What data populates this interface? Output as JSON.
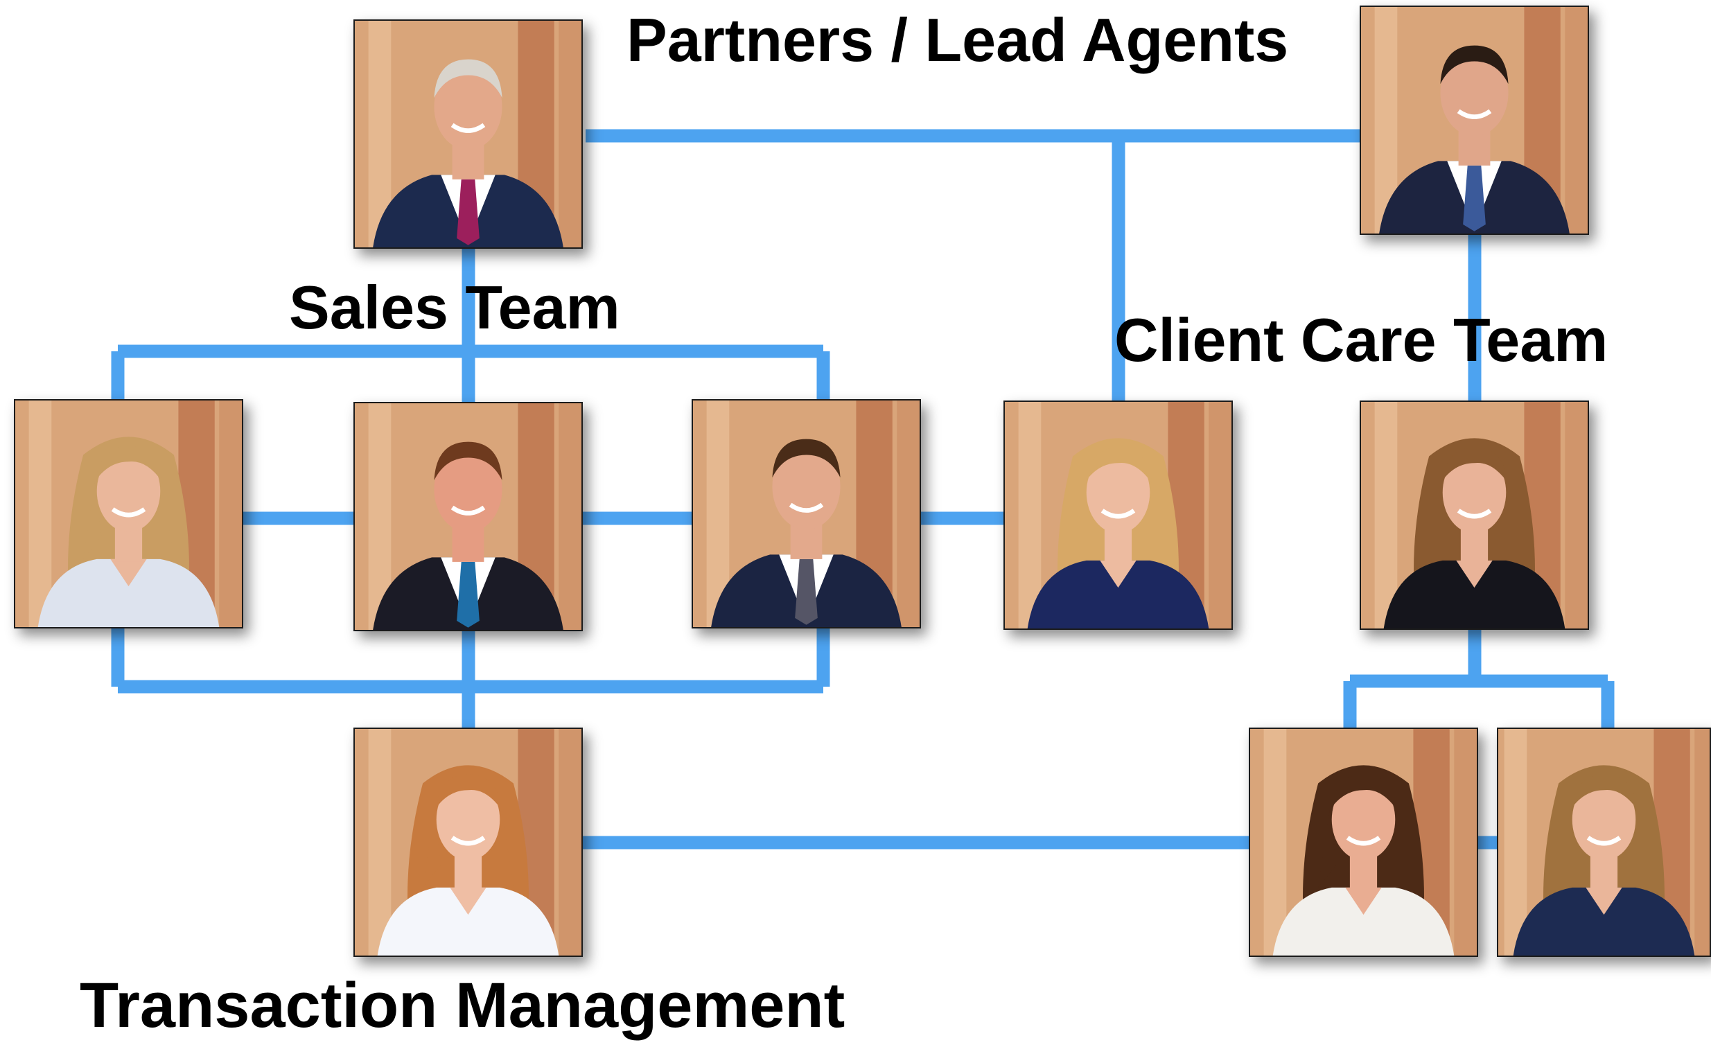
{
  "colors": {
    "connector": "#4da3f0",
    "background": "#ffffff",
    "label": "#000000",
    "backdrop_stone": "#d9a57a",
    "backdrop_column": "#b9704a"
  },
  "labels": {
    "partners": "Partners / Lead Agents",
    "sales": "Sales Team",
    "client_care": "Client Care Team",
    "transaction": "Transaction Management"
  },
  "people": {
    "partner_1": {
      "hair": "#d9d4cc",
      "skin": "#e3a88a",
      "attire": "#1c2a4e",
      "shirt": "#ffffff",
      "tie": "#9c1f5c"
    },
    "partner_2": {
      "hair": "#2a1c14",
      "skin": "#e0a68a",
      "attire": "#1d2440",
      "shirt": "#ffffff",
      "tie": "#3b5a9a"
    },
    "sales_1": {
      "hair": "#c99d62",
      "skin": "#eab79b",
      "attire": "#dde3ee",
      "shirt": "#dde3ee",
      "tie": ""
    },
    "sales_2": {
      "hair": "#6e3a1e",
      "skin": "#e59c82",
      "attire": "#1b1b26",
      "shirt": "#ffffff",
      "tie": "#1f6fa8"
    },
    "sales_3": {
      "hair": "#4a2c18",
      "skin": "#e3a98c",
      "attire": "#1b2442",
      "shirt": "#ffffff",
      "tie": "#555566"
    },
    "client_care_1": {
      "hair": "#d7a866",
      "skin": "#edbba0",
      "attire": "#1c2860",
      "shirt": "#1c2860",
      "tie": ""
    },
    "client_care_2": {
      "hair": "#8a5a30",
      "skin": "#e9b398",
      "attire": "#15151c",
      "shirt": "#15151c",
      "tie": ""
    },
    "client_care_3": {
      "hair": "#4c2a16",
      "skin": "#e9ad92",
      "attire": "#f2f0ec",
      "shirt": "#f2f0ec",
      "tie": ""
    },
    "client_care_4": {
      "hair": "#a0723e",
      "skin": "#eab69a",
      "attire": "#1d2b52",
      "shirt": "#e8e4da",
      "tie": ""
    },
    "transaction_1": {
      "hair": "#c77a3e",
      "skin": "#efbea4",
      "attire": "#f4f6fb",
      "shirt": "#f4f6fb",
      "tie": ""
    }
  }
}
